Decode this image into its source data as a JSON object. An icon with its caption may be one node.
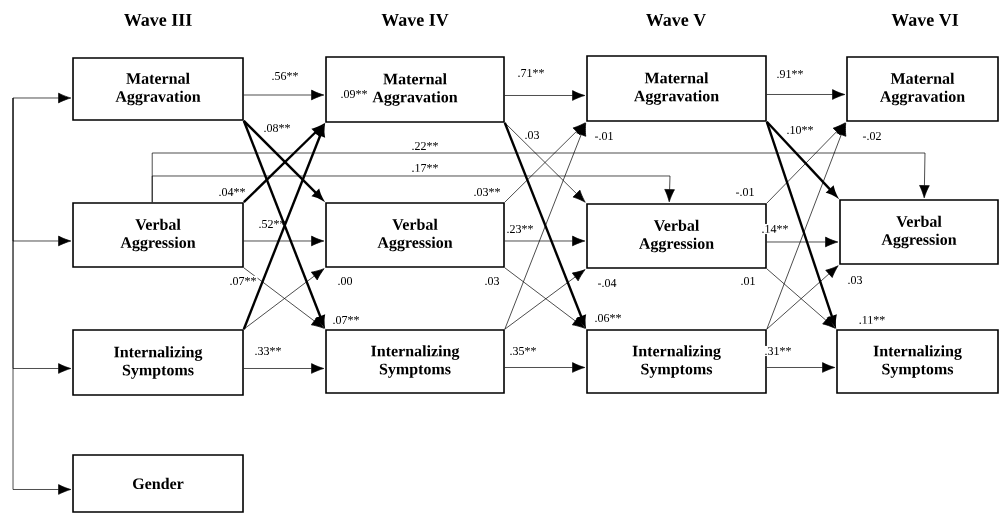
{
  "diagram": {
    "nodes": [
      {
        "text": [
          "Maternal Aggravation"
        ]
      },
      {
        "text": [
          "Verbal Aggression"
        ]
      },
      {
        "text": [
          "Internalizing Symptoms"
        ]
      },
      {
        "text": [
          "Gender"
        ]
      },
      {
        "text": [
          "Maternal Aggravation"
        ]
      },
      {
        "text": [
          "Verbal Aggression"
        ]
      },
      {
        "text": [
          "Internalizing Symptoms"
        ]
      },
      {
        "text": [
          "Maternal Aggravation"
        ]
      },
      {
        "text": [
          "Verbal Aggression"
        ]
      },
      {
        "text": [
          "Internalizing Symptoms"
        ]
      },
      {
        "text": [
          "Maternal Aggravation"
        ]
      },
      {
        "text": [
          "Verbal Aggression"
        ]
      },
      {
        "text": [
          "Internalizing Symptoms"
        ]
      }
    ],
    "edges": [
      {
        "from": null,
        "to": 0,
        "arrow": "to"
      },
      {
        "from": null,
        "to": 1,
        "arrow": "to"
      },
      {
        "from": null,
        "to": 2,
        "arrow": "to"
      },
      {
        "from": null,
        "to": 3,
        "arrow": "to"
      },
      {
        "from": 0,
        "to": 4,
        "arrow": "to",
        "label": ".56**"
      },
      {
        "from": 1,
        "to": 5,
        "arrow": "to",
        "label": ".52**"
      },
      {
        "from": 2,
        "to": 6,
        "arrow": "to",
        "label": ".33**"
      },
      {
        "from": 4,
        "to": 7,
        "arrow": "to",
        "label": ".71**"
      },
      {
        "from": 5,
        "to": 8,
        "arrow": "to",
        "label": ".23**"
      },
      {
        "from": 6,
        "to": 9,
        "arrow": "to",
        "label": ".35**"
      },
      {
        "from": 7,
        "to": 10,
        "arrow": "to",
        "label": ".91**"
      },
      {
        "from": 8,
        "to": 11,
        "arrow": "to",
        "label": ".14**"
      },
      {
        "from": 9,
        "to": 12,
        "arrow": "to",
        "label": ".31**"
      },
      {
        "from": 0,
        "to": 5,
        "arrow": "to",
        "label": ".08**",
        "style": "thick"
      },
      {
        "from": 0,
        "to": 6,
        "arrow": "to",
        "label": ".07**",
        "style": "thick"
      },
      {
        "from": 1,
        "to": 4,
        "arrow": "to",
        "label": ".04**",
        "style": "thick"
      },
      {
        "from": 1,
        "to": 6,
        "arrow": "to",
        "label": ".07**"
      },
      {
        "from": 2,
        "to": 4,
        "arrow": "to",
        "label": ".09**",
        "style": "thick"
      },
      {
        "from": 2,
        "to": 5,
        "arrow": "to",
        "label": ".00"
      },
      {
        "from": 4,
        "to": 8,
        "arrow": "to",
        "label": ".03"
      },
      {
        "from": 4,
        "to": 9,
        "arrow": "to",
        "label": ".06**",
        "style": "thick"
      },
      {
        "from": 5,
        "to": 7,
        "arrow": "to",
        "label": ".03**"
      },
      {
        "from": 5,
        "to": 9,
        "arrow": "to",
        "label": ".03"
      },
      {
        "from": 6,
        "to": 7,
        "arrow": "to",
        "label": "-.01"
      },
      {
        "from": 6,
        "to": 8,
        "arrow": "to",
        "label": "-.04"
      },
      {
        "from": 7,
        "to": 11,
        "arrow": "to",
        "label": ".10**",
        "style": "thick"
      },
      {
        "from": 7,
        "to": 12,
        "arrow": "to",
        "label": ".11**",
        "style": "thick"
      },
      {
        "from": 8,
        "to": 10,
        "arrow": "to",
        "label": "-.01"
      },
      {
        "from": 8,
        "to": 12,
        "arrow": "to",
        "label": ".01"
      },
      {
        "from": 9,
        "to": 10,
        "arrow": "to",
        "label": "-.02"
      },
      {
        "from": 9,
        "to": 11,
        "arrow": "to",
        "label": ".03"
      },
      {
        "from": 1,
        "to": 11,
        "arrow": "to",
        "label": ".22**"
      },
      {
        "from": 1,
        "to": 8,
        "arrow": "to",
        "label": ".17**"
      }
    ],
    "labels": [
      "Wave III",
      "Wave IV",
      "Wave V",
      "Wave VI"
    ]
  }
}
